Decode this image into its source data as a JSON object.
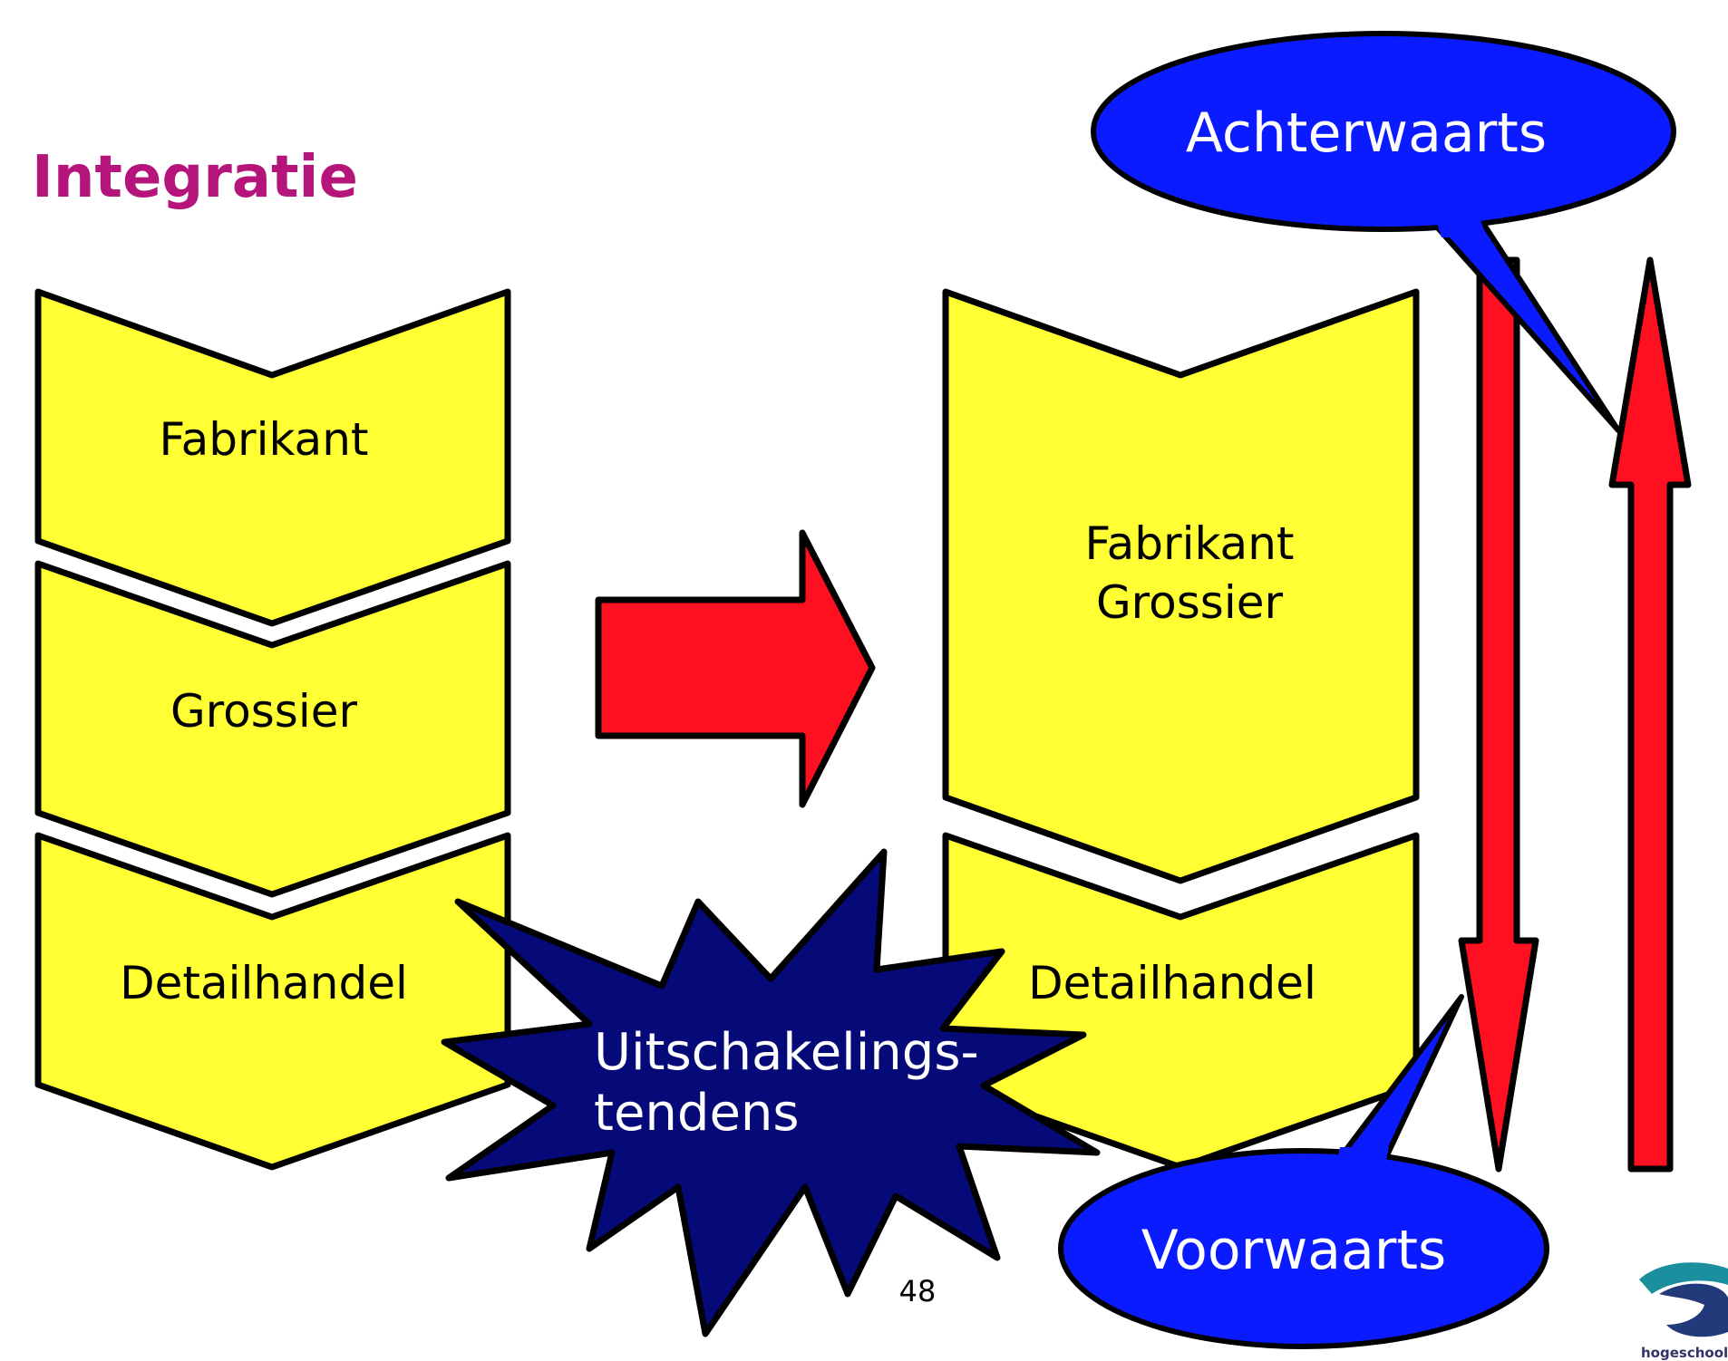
{
  "title": "Integratie",
  "left_chain": {
    "top": "Fabrikant",
    "middle": "Grossier",
    "bottom": "Detailhandel"
  },
  "right_chain": {
    "merged_line1": "Fabrikant",
    "merged_line2": "Grossier",
    "bottom": "Detailhandel"
  },
  "callout_backward": "Achterwaarts",
  "callout_forward": "Voorwaarts",
  "starburst_line1": "Uitschakelings-",
  "starburst_line2": "tendens",
  "page_number": "48",
  "logo_text": "hogeschool",
  "colors": {
    "title": "#b5157a",
    "chevron_fill": "#ffff33",
    "arrow_red": "#ff1020",
    "callout_blue": "#0a1cff",
    "starburst_navy": "#060a78",
    "outline": "#000000"
  }
}
